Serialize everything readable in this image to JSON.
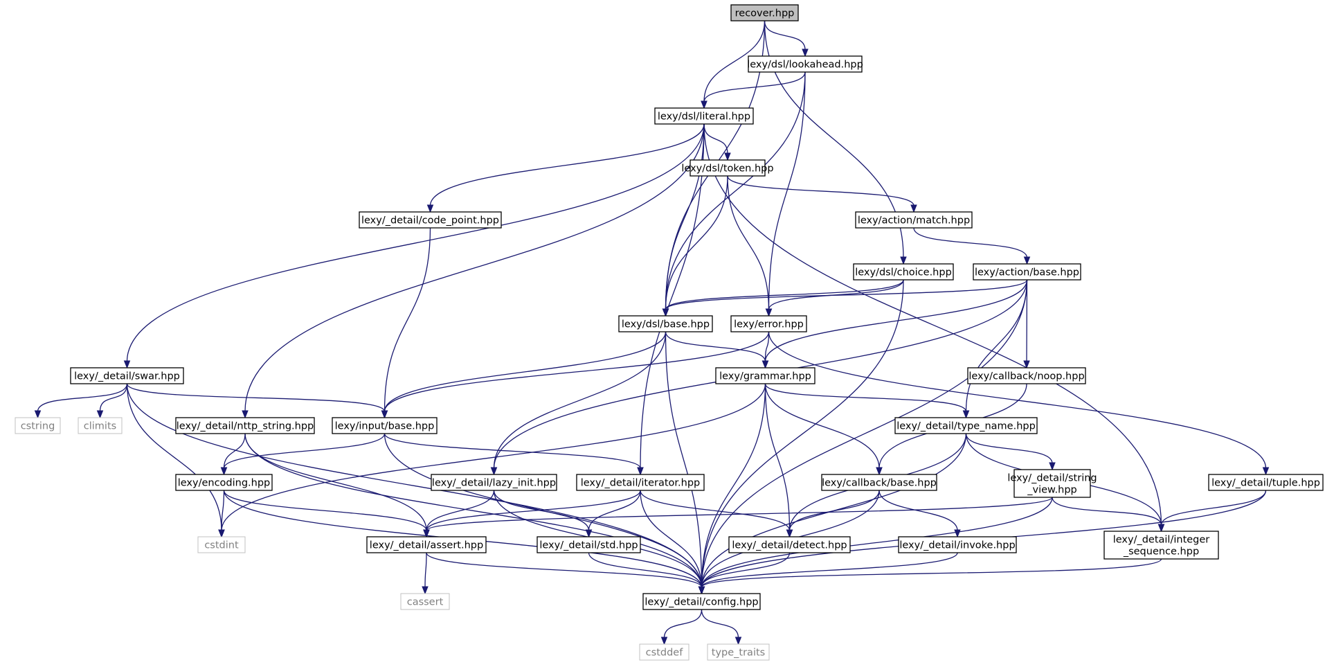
{
  "graph": {
    "title": "recover.hpp",
    "colors": {
      "edge": "#191970",
      "root_fill": "#bfbfbf",
      "node_border": "#000000",
      "system_border": "#c0c0c0",
      "system_text": "#808080"
    },
    "nodes": [
      {
        "id": "recover",
        "lines": [
          "recover.hpp"
        ],
        "kind": "root"
      },
      {
        "id": "lookahead",
        "lines": [
          "lexy/dsl/lookahead.hpp"
        ]
      },
      {
        "id": "literal",
        "lines": [
          "lexy/dsl/literal.hpp"
        ]
      },
      {
        "id": "token",
        "lines": [
          "lexy/dsl/token.hpp"
        ]
      },
      {
        "id": "code_point",
        "lines": [
          "lexy/_detail/code_point.hpp"
        ]
      },
      {
        "id": "match",
        "lines": [
          "lexy/action/match.hpp"
        ]
      },
      {
        "id": "choice",
        "lines": [
          "lexy/dsl/choice.hpp"
        ]
      },
      {
        "id": "action_base",
        "lines": [
          "lexy/action/base.hpp"
        ]
      },
      {
        "id": "dsl_base",
        "lines": [
          "lexy/dsl/base.hpp"
        ]
      },
      {
        "id": "error",
        "lines": [
          "lexy/error.hpp"
        ]
      },
      {
        "id": "swar",
        "lines": [
          "lexy/_detail/swar.hpp"
        ]
      },
      {
        "id": "grammar",
        "lines": [
          "lexy/grammar.hpp"
        ]
      },
      {
        "id": "noop",
        "lines": [
          "lexy/callback/noop.hpp"
        ]
      },
      {
        "id": "cstring",
        "lines": [
          "cstring"
        ],
        "kind": "system"
      },
      {
        "id": "climits",
        "lines": [
          "climits"
        ],
        "kind": "system"
      },
      {
        "id": "nttp_string",
        "lines": [
          "lexy/_detail/nttp_string.hpp"
        ]
      },
      {
        "id": "input_base",
        "lines": [
          "lexy/input/base.hpp"
        ]
      },
      {
        "id": "type_name",
        "lines": [
          "lexy/_detail/type_name.hpp"
        ]
      },
      {
        "id": "encoding",
        "lines": [
          "lexy/encoding.hpp"
        ]
      },
      {
        "id": "lazy_init",
        "lines": [
          "lexy/_detail/lazy_init.hpp"
        ]
      },
      {
        "id": "iterator",
        "lines": [
          "lexy/_detail/iterator.hpp"
        ]
      },
      {
        "id": "callback_base",
        "lines": [
          "lexy/callback/base.hpp"
        ]
      },
      {
        "id": "string_view",
        "lines": [
          "lexy/_detail/string",
          "_view.hpp"
        ]
      },
      {
        "id": "tuple",
        "lines": [
          "lexy/_detail/tuple.hpp"
        ]
      },
      {
        "id": "cstdint",
        "lines": [
          "cstdint"
        ],
        "kind": "system"
      },
      {
        "id": "assert",
        "lines": [
          "lexy/_detail/assert.hpp"
        ]
      },
      {
        "id": "std",
        "lines": [
          "lexy/_detail/std.hpp"
        ]
      },
      {
        "id": "detect",
        "lines": [
          "lexy/_detail/detect.hpp"
        ]
      },
      {
        "id": "invoke",
        "lines": [
          "lexy/_detail/invoke.hpp"
        ]
      },
      {
        "id": "integer_sequence",
        "lines": [
          "lexy/_detail/integer",
          "_sequence.hpp"
        ]
      },
      {
        "id": "cassert",
        "lines": [
          "cassert"
        ],
        "kind": "system"
      },
      {
        "id": "config",
        "lines": [
          "lexy/_detail/config.hpp"
        ]
      },
      {
        "id": "cstddef",
        "lines": [
          "cstddef"
        ],
        "kind": "system"
      },
      {
        "id": "type_traits",
        "lines": [
          "type_traits"
        ],
        "kind": "system"
      }
    ],
    "edges": [
      [
        "recover",
        "lookahead"
      ],
      [
        "recover",
        "literal"
      ],
      [
        "recover",
        "dsl_base"
      ],
      [
        "recover",
        "choice"
      ],
      [
        "lookahead",
        "literal"
      ],
      [
        "lookahead",
        "dsl_base"
      ],
      [
        "lookahead",
        "error"
      ],
      [
        "literal",
        "token"
      ],
      [
        "literal",
        "dsl_base"
      ],
      [
        "literal",
        "code_point"
      ],
      [
        "literal",
        "swar"
      ],
      [
        "literal",
        "nttp_string"
      ],
      [
        "literal",
        "iterator"
      ],
      [
        "literal",
        "integer_sequence"
      ],
      [
        "token",
        "dsl_base"
      ],
      [
        "token",
        "error"
      ],
      [
        "token",
        "match"
      ],
      [
        "code_point",
        "input_base"
      ],
      [
        "match",
        "action_base"
      ],
      [
        "choice",
        "dsl_base"
      ],
      [
        "choice",
        "error"
      ],
      [
        "choice",
        "config"
      ],
      [
        "action_base",
        "dsl_base"
      ],
      [
        "action_base",
        "grammar"
      ],
      [
        "action_base",
        "lazy_init"
      ],
      [
        "action_base",
        "noop"
      ],
      [
        "action_base",
        "type_name"
      ],
      [
        "action_base",
        "config"
      ],
      [
        "dsl_base",
        "grammar"
      ],
      [
        "dsl_base",
        "input_base"
      ],
      [
        "dsl_base",
        "lazy_init"
      ],
      [
        "dsl_base",
        "config"
      ],
      [
        "error",
        "grammar"
      ],
      [
        "error",
        "input_base"
      ],
      [
        "error",
        "tuple"
      ],
      [
        "swar",
        "cstring"
      ],
      [
        "swar",
        "climits"
      ],
      [
        "swar",
        "cstdint"
      ],
      [
        "swar",
        "input_base"
      ],
      [
        "swar",
        "config"
      ],
      [
        "grammar",
        "type_name"
      ],
      [
        "grammar",
        "callback_base"
      ],
      [
        "grammar",
        "detect"
      ],
      [
        "grammar",
        "config"
      ],
      [
        "grammar",
        "cstdint"
      ],
      [
        "noop",
        "callback_base"
      ],
      [
        "nttp_string",
        "encoding"
      ],
      [
        "nttp_string",
        "assert"
      ],
      [
        "nttp_string",
        "config"
      ],
      [
        "input_base",
        "encoding"
      ],
      [
        "input_base",
        "iterator"
      ],
      [
        "input_base",
        "config"
      ],
      [
        "type_name",
        "string_view"
      ],
      [
        "type_name",
        "integer_sequence"
      ],
      [
        "type_name",
        "detect"
      ],
      [
        "type_name",
        "config"
      ],
      [
        "encoding",
        "cstdint"
      ],
      [
        "encoding",
        "assert"
      ],
      [
        "encoding",
        "config"
      ],
      [
        "lazy_init",
        "assert"
      ],
      [
        "lazy_init",
        "std"
      ],
      [
        "lazy_init",
        "config"
      ],
      [
        "iterator",
        "assert"
      ],
      [
        "iterator",
        "std"
      ],
      [
        "iterator",
        "detect"
      ],
      [
        "iterator",
        "config"
      ],
      [
        "callback_base",
        "detect"
      ],
      [
        "callback_base",
        "invoke"
      ],
      [
        "callback_base",
        "config"
      ],
      [
        "string_view",
        "assert"
      ],
      [
        "string_view",
        "integer_sequence"
      ],
      [
        "string_view",
        "config"
      ],
      [
        "tuple",
        "integer_sequence"
      ],
      [
        "tuple",
        "config"
      ],
      [
        "assert",
        "cassert"
      ],
      [
        "assert",
        "config"
      ],
      [
        "std",
        "config"
      ],
      [
        "detect",
        "config"
      ],
      [
        "invoke",
        "config"
      ],
      [
        "integer_sequence",
        "config"
      ],
      [
        "config",
        "cstddef"
      ],
      [
        "config",
        "type_traits"
      ]
    ]
  }
}
